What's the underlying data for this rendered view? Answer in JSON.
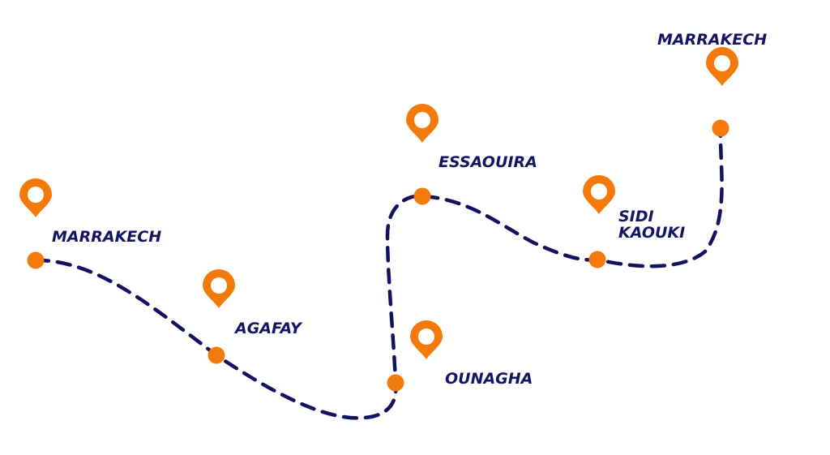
{
  "colors": {
    "pin": "#F57A0C",
    "path": "#12125E",
    "label": "#121464",
    "background": "#FFFFFF"
  },
  "stops": [
    {
      "id": "marrakech-start",
      "name": "MARRAKECH"
    },
    {
      "id": "agafay",
      "name": "AGAFAY"
    },
    {
      "id": "ounagha",
      "name": "OUNAGHA"
    },
    {
      "id": "essaouira",
      "name": "ESSAOUIRA"
    },
    {
      "id": "sidi-kaouki",
      "name": "SIDI\nKAOUKI"
    },
    {
      "id": "marrakech-end",
      "name": "MARRAKECH"
    }
  ],
  "path_style": "dashed"
}
